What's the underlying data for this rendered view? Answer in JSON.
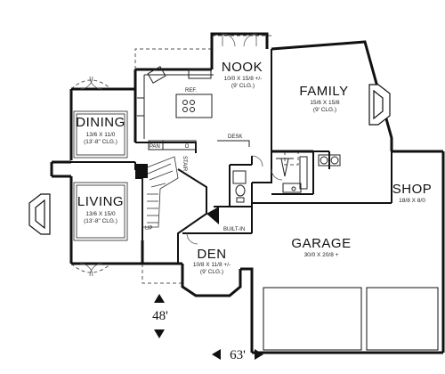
{
  "rooms": {
    "nook": {
      "name": "NOOK",
      "dims": "10/0 X 15/8 +/-",
      "ceiling": "(9' CLG.)"
    },
    "family": {
      "name": "FAMILY",
      "dims": "15/6 X 15/8",
      "ceiling": "(9' CLG.)"
    },
    "dining": {
      "name": "DINING",
      "dims": "13/6 X 11/0",
      "ceiling": "(13'-8\" CLG.)"
    },
    "living": {
      "name": "LIVING",
      "dims": "13/6 X 15/0",
      "ceiling": "(13'-8\" CLG.)"
    },
    "shop": {
      "name": "SHOP",
      "dims": "18/8 X 8/0"
    },
    "garage": {
      "name": "GARAGE",
      "dims": "30/0 X 20/8 +"
    },
    "den": {
      "name": "DEN",
      "dims": "10/8 X 11/8 +/-",
      "ceiling": "(9' CLG.)"
    }
  },
  "fixtures": {
    "ref": "REF.",
    "pan": "PAN",
    "desk": "DESK",
    "up": "UP",
    "built_in": "BUILT-IN",
    "stair_label": "STAIR"
  },
  "overall": {
    "depth": "48'",
    "width": "63'"
  }
}
